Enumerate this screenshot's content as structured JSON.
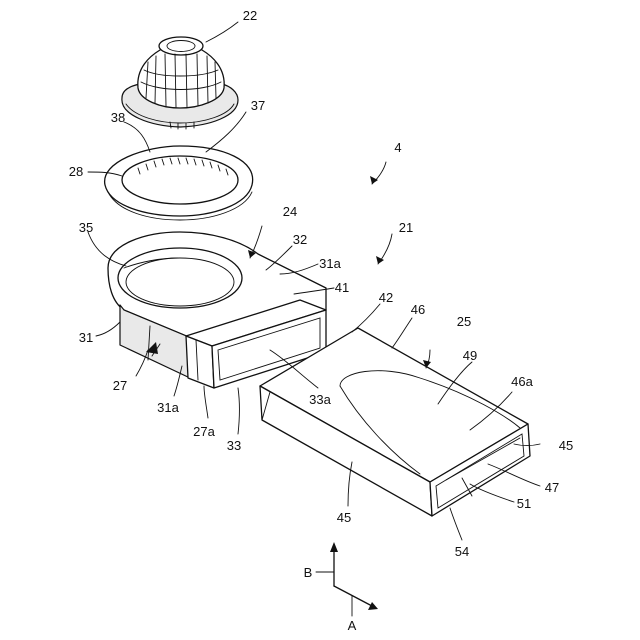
{
  "figure": {
    "reference_numerals": {
      "r22": "22",
      "r38": "38",
      "r37": "37",
      "r28": "28",
      "r4": "4",
      "r24": "24",
      "r21": "21",
      "r35": "35",
      "r32": "32",
      "r31a_top": "31a",
      "r41": "41",
      "r42": "42",
      "r46": "46",
      "r25": "25",
      "r31": "31",
      "r49": "49",
      "r46a": "46a",
      "r27": "27",
      "r33a": "33a",
      "r31a_bottom": "31a",
      "r27a": "27a",
      "r33": "33",
      "r45_right": "45",
      "r47": "47",
      "r51": "51",
      "r45_bottom": "45",
      "r54": "54"
    },
    "direction_labels": {
      "up": "B",
      "down_right": "A"
    }
  }
}
